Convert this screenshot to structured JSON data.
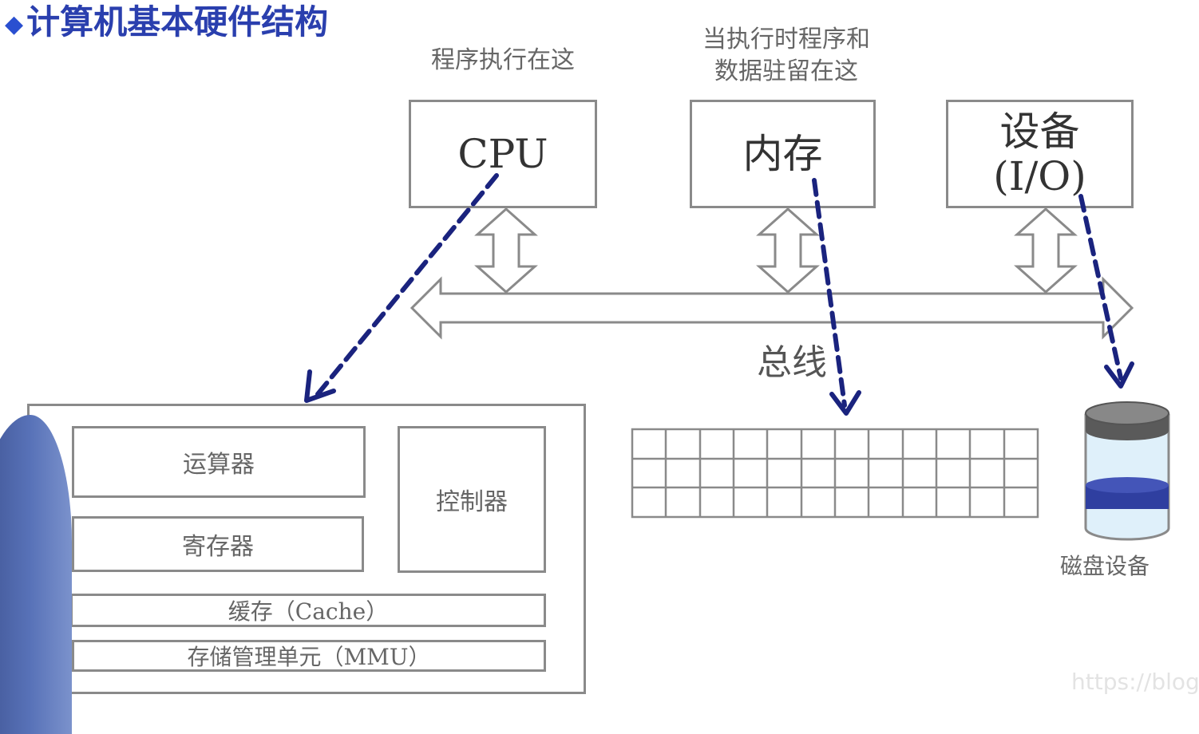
{
  "title": "计算机基本硬件结构",
  "cpu": {
    "note": "程序执行在这",
    "label": "CPU"
  },
  "memory": {
    "note_line1": "当执行时程序和",
    "note_line2": "数据驻留在这",
    "label": "内存"
  },
  "device": {
    "label_line1": "设备",
    "label_line2": "(I/O)"
  },
  "bus": {
    "label": "总线"
  },
  "cpu_detail": {
    "alu": "运算器",
    "registers": "寄存器",
    "controller": "控制器",
    "cache": "缓存（Cache）",
    "mmu": "存储管理单元（MMU）"
  },
  "disk": {
    "label": "磁盘设备"
  },
  "watermark": "https://blog.",
  "colors": {
    "title": "#2a3fae",
    "dashed_arrow": "#1a237e",
    "box_border": "#8a8a8a",
    "disk_band": "#2f3fa0"
  }
}
